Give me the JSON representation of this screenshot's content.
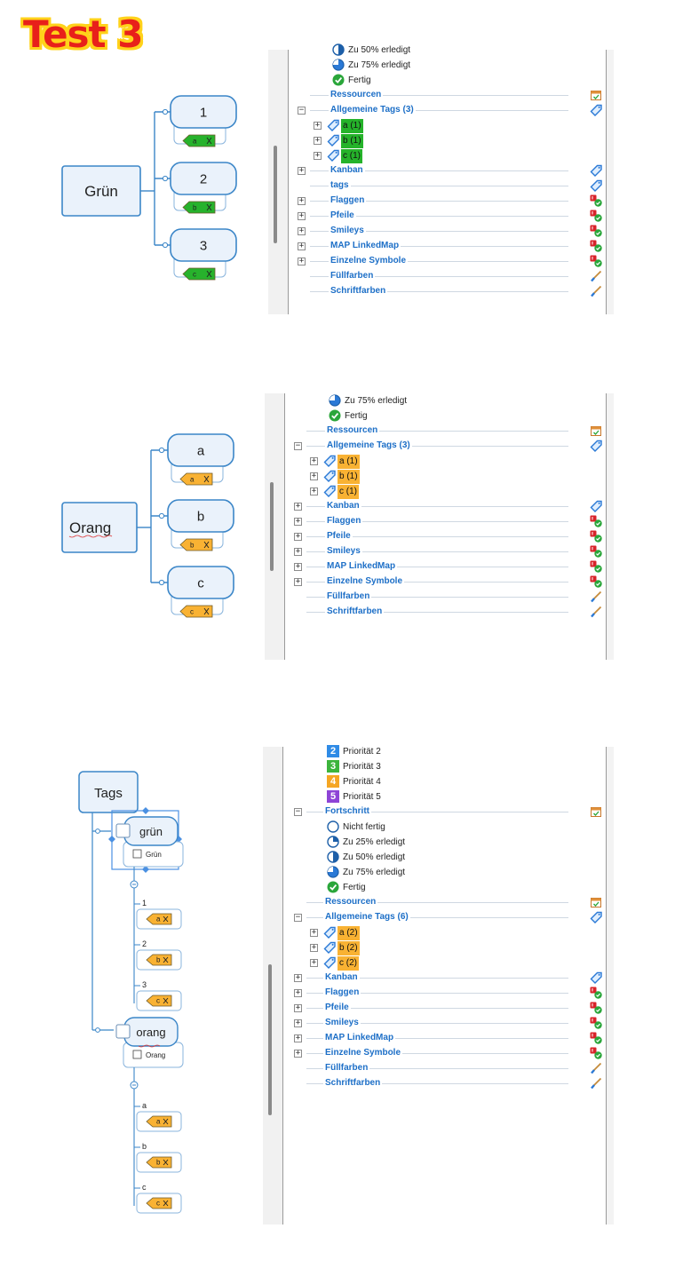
{
  "title": "Test 3",
  "colors": {
    "green": "#27b22c",
    "orange": "#f9b233",
    "blue": "#1d6fc7",
    "node_border": "#3b86c8",
    "node_fill": "#eaf2fb"
  },
  "section1": {
    "root": "Grün",
    "children": [
      {
        "label": "1",
        "tag": "a"
      },
      {
        "label": "2",
        "tag": "b"
      },
      {
        "label": "3",
        "tag": "c"
      }
    ],
    "panel": {
      "top_items": [
        {
          "icon": "progress-50-icon",
          "label": "Zu 50% erledigt"
        },
        {
          "icon": "progress-75-icon",
          "label": "Zu 75% erledigt"
        },
        {
          "icon": "done-check-icon",
          "label": "Fertig"
        }
      ],
      "categories_before": [
        {
          "label": "Ressourcen",
          "icon": "calendar-icon",
          "expander": false
        }
      ],
      "tags_header": "Allgemeine Tags (3)",
      "tags": [
        {
          "label": "a (1)"
        },
        {
          "label": "b (1)"
        },
        {
          "label": "c (1)"
        }
      ],
      "categories_after": [
        {
          "label": "Kanban",
          "icon": "tag-icon",
          "expander": true
        },
        {
          "label": "tags",
          "icon": "tag-icon",
          "expander": false
        },
        {
          "label": "Flaggen",
          "icon": "symbol-set-icon",
          "expander": true
        },
        {
          "label": "Pfeile",
          "icon": "symbol-set-icon",
          "expander": true
        },
        {
          "label": "Smileys",
          "icon": "symbol-set-icon",
          "expander": true
        },
        {
          "label": "MAP LinkedMap",
          "icon": "symbol-set-icon",
          "expander": true
        },
        {
          "label": "Einzelne Symbole",
          "icon": "symbol-set-icon",
          "expander": true
        },
        {
          "label": "Füllfarben",
          "icon": "brush-icon",
          "expander": false
        },
        {
          "label": "Schriftfarben",
          "icon": "brush-icon",
          "expander": false
        }
      ]
    }
  },
  "section2": {
    "root": "Orang",
    "children": [
      {
        "label": "a",
        "tag": "a"
      },
      {
        "label": "b",
        "tag": "b"
      },
      {
        "label": "c",
        "tag": "c"
      }
    ],
    "panel": {
      "top_items": [
        {
          "icon": "progress-75-icon",
          "label": "Zu 75% erledigt"
        },
        {
          "icon": "done-check-icon",
          "label": "Fertig"
        }
      ],
      "categories_before": [
        {
          "label": "Ressourcen",
          "icon": "calendar-icon",
          "expander": false
        }
      ],
      "tags_header": "Allgemeine Tags (3)",
      "tags": [
        {
          "label": "a (1)"
        },
        {
          "label": "b (1)"
        },
        {
          "label": "c (1)"
        }
      ],
      "categories_after": [
        {
          "label": "Kanban",
          "icon": "tag-icon",
          "expander": true
        },
        {
          "label": "Flaggen",
          "icon": "symbol-set-icon",
          "expander": true
        },
        {
          "label": "Pfeile",
          "icon": "symbol-set-icon",
          "expander": true
        },
        {
          "label": "Smileys",
          "icon": "symbol-set-icon",
          "expander": true
        },
        {
          "label": "MAP LinkedMap",
          "icon": "symbol-set-icon",
          "expander": true
        },
        {
          "label": "Einzelne Symbole",
          "icon": "symbol-set-icon",
          "expander": true
        },
        {
          "label": "Füllfarben",
          "icon": "brush-icon",
          "expander": false
        },
        {
          "label": "Schriftfarben",
          "icon": "brush-icon",
          "expander": false
        }
      ]
    }
  },
  "section3": {
    "root": "Tags",
    "groups": [
      {
        "label": "grün",
        "sub": "Grün",
        "children": [
          {
            "label": "1",
            "tag": "a"
          },
          {
            "label": "2",
            "tag": "b"
          },
          {
            "label": "3",
            "tag": "c"
          }
        ]
      },
      {
        "label": "orang",
        "sub": "Orang",
        "children": [
          {
            "label": "a",
            "tag": "a"
          },
          {
            "label": "b",
            "tag": "b"
          },
          {
            "label": "c",
            "tag": "c"
          }
        ]
      }
    ],
    "panel": {
      "priorities": [
        {
          "num": "2",
          "label": "Priorität 2",
          "color": "#2f8be6"
        },
        {
          "num": "3",
          "label": "Priorität 3",
          "color": "#3cb43c"
        },
        {
          "num": "4",
          "label": "Priorität 4",
          "color": "#f5a623"
        },
        {
          "num": "5",
          "label": "Priorität 5",
          "color": "#8e44d6"
        }
      ],
      "progress_header": "Fortschritt",
      "progress_items": [
        {
          "icon": "progress-0-icon",
          "label": "Nicht fertig"
        },
        {
          "icon": "progress-25-icon",
          "label": "Zu 25% erledigt"
        },
        {
          "icon": "progress-50-icon",
          "label": "Zu 50% erledigt"
        },
        {
          "icon": "progress-75-icon",
          "label": "Zu 75% erledigt"
        },
        {
          "icon": "done-check-icon",
          "label": "Fertig"
        }
      ],
      "categories_before": [
        {
          "label": "Ressourcen",
          "icon": "calendar-icon",
          "expander": false
        }
      ],
      "tags_header": "Allgemeine Tags (6)",
      "tags": [
        {
          "label": "a (2)"
        },
        {
          "label": "b (2)"
        },
        {
          "label": "c (2)"
        }
      ],
      "categories_after": [
        {
          "label": "Kanban",
          "icon": "tag-icon",
          "expander": true
        },
        {
          "label": "Flaggen",
          "icon": "symbol-set-icon",
          "expander": true
        },
        {
          "label": "Pfeile",
          "icon": "symbol-set-icon",
          "expander": true
        },
        {
          "label": "Smileys",
          "icon": "symbol-set-icon",
          "expander": true
        },
        {
          "label": "MAP LinkedMap",
          "icon": "symbol-set-icon",
          "expander": true
        },
        {
          "label": "Einzelne Symbole",
          "icon": "symbol-set-icon",
          "expander": true
        },
        {
          "label": "Füllfarben",
          "icon": "brush-icon",
          "expander": false
        },
        {
          "label": "Schriftfarben",
          "icon": "brush-icon",
          "expander": false
        }
      ]
    }
  }
}
